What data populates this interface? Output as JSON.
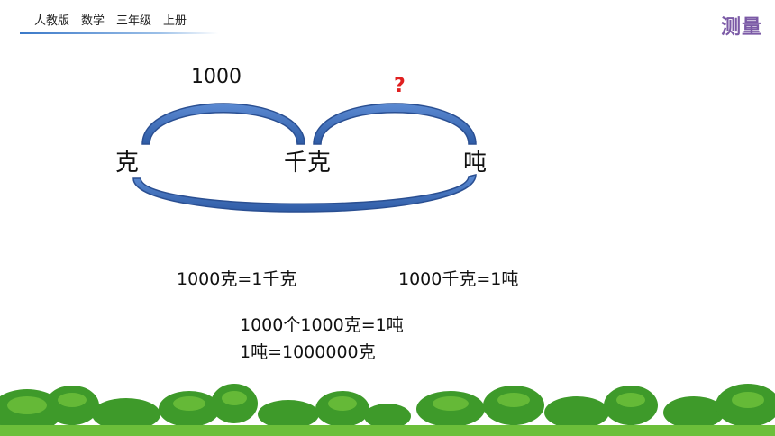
{
  "header": {
    "label": "人教版　数学　三年级　上册",
    "title": "测量"
  },
  "diagram": {
    "units": {
      "gram": "克",
      "kilogram": "千克",
      "ton": "吨"
    },
    "arc_labels": {
      "gram_to_kilogram": "1000",
      "kilogram_to_ton": "?"
    }
  },
  "equations": {
    "e1": "1000克=1千克",
    "e2": "1000千克=1吨",
    "e3": "1000个1000克=1吨",
    "e4": "1吨=1000000克"
  },
  "colors": {
    "arc_blue": "#3f6fbd",
    "arc_blue_edge": "#2a4f92",
    "title_purple": "#7b5aa6",
    "question_red": "#e02020",
    "grass_green": "#6cbf3a",
    "bush_green": "#3e9a2a"
  }
}
